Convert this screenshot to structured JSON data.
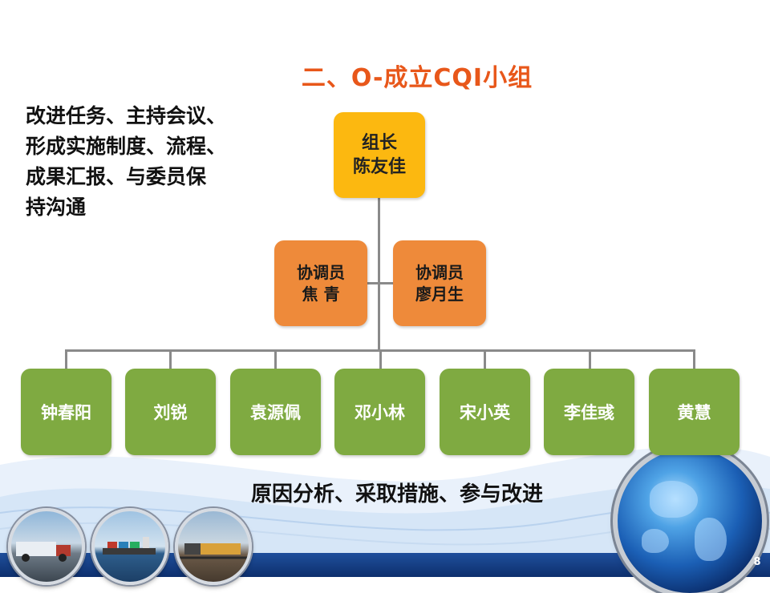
{
  "title": "二、O-成立CQI小组",
  "responsibilities": [
    "改进任务、主持会议、",
    "形成实施制度、流程、",
    "成果汇报、与委员保",
    "持沟通"
  ],
  "leader": {
    "role": "组长",
    "name": "陈友佳"
  },
  "coordinators": [
    {
      "role": "协调员",
      "name": "焦 青"
    },
    {
      "role": "协调员",
      "name": "廖月生"
    }
  ],
  "members": [
    "钟春阳",
    "刘锐",
    "袁源佩",
    "邓小林",
    "宋小英",
    "李佳彧",
    "黄慧"
  ],
  "member_duties": "原因分析、采取措施、参与改进",
  "page_number": "8",
  "colors": {
    "title": "#e8571a",
    "leader_box": "#fcb810",
    "coordinator_box": "#ee8a3a",
    "member_box": "#7faa41",
    "connector": "#8a8a8a"
  }
}
